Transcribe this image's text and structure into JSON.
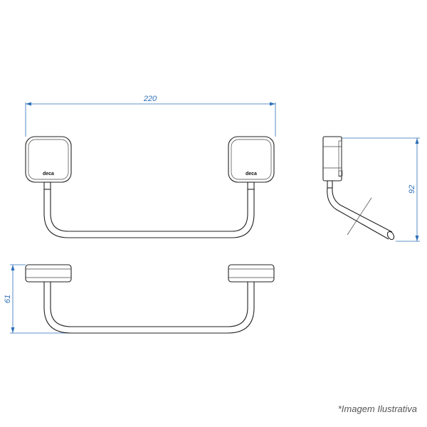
{
  "dimensions": {
    "width": "220",
    "height": "92",
    "depth": "61"
  },
  "logo": {
    "brand": "deca"
  },
  "caption": {
    "text": "*Imagem Ilustrativa"
  },
  "colors": {
    "dimension": "#2d6fb8",
    "outline": "#222222",
    "caption": "#555555"
  }
}
